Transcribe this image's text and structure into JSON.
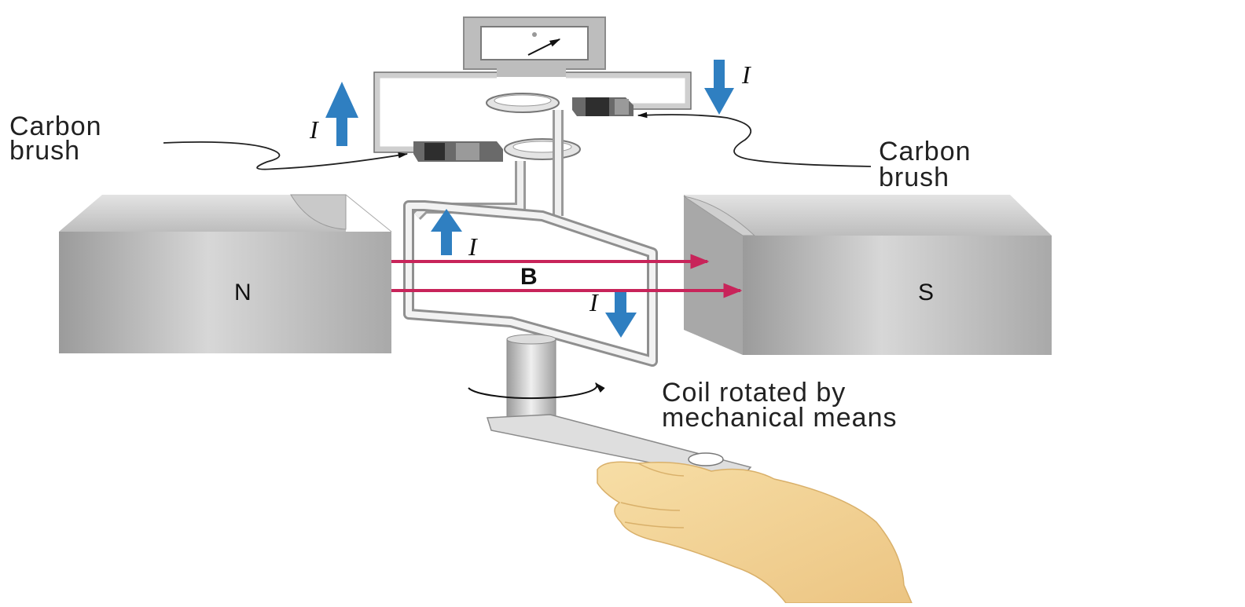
{
  "labels": {
    "brush_left_line1": "Carbon",
    "brush_left_line2": "brush",
    "brush_right_line1": "Carbon",
    "brush_right_line2": "brush",
    "coil_line1": "Coil rotated by",
    "coil_line2": "mechanical means",
    "north_pole": "N",
    "south_pole": "S",
    "field": "B",
    "current": "I"
  },
  "colors": {
    "current_arrow": "#2f7fc1",
    "field_line": "#c8245a",
    "magnet": "#b9b9b9",
    "wire": "#d9d9d9",
    "skin": "#f2d49a"
  },
  "icons": [
    "galvanometer-icon",
    "current-arrow-icon",
    "rotation-arrow-icon",
    "hand-icon"
  ]
}
